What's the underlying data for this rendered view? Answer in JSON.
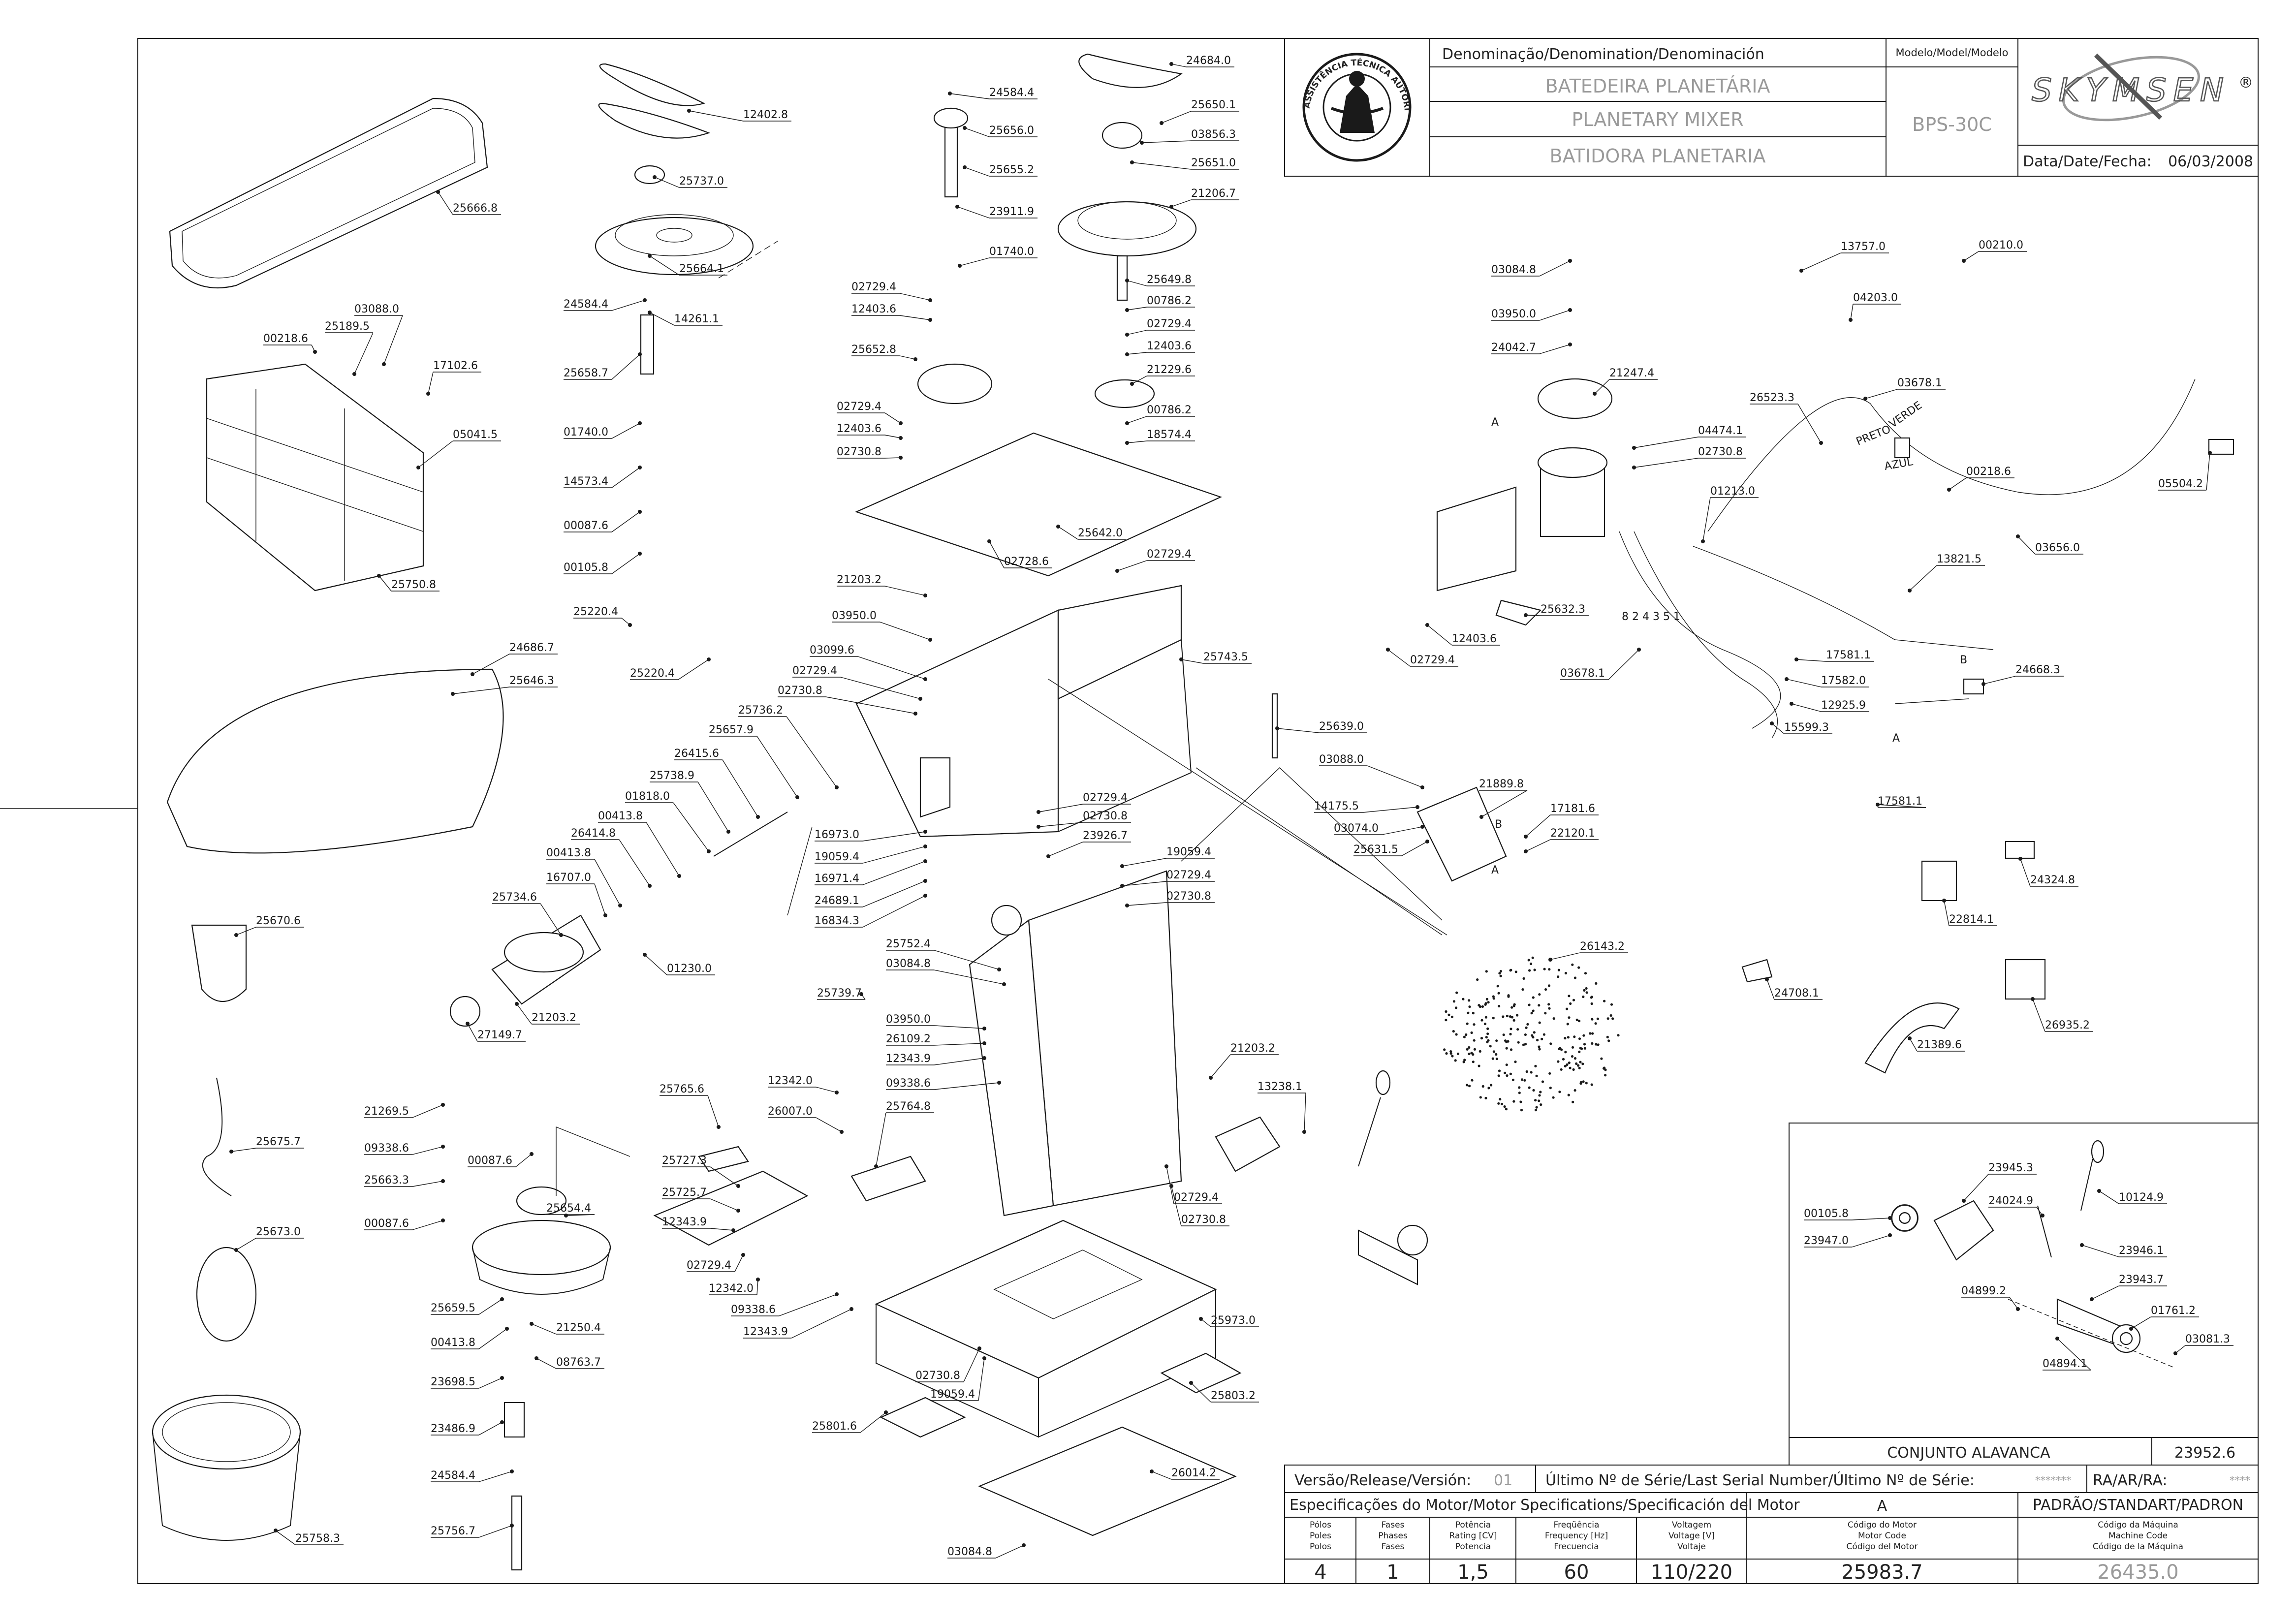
{
  "title_block": {
    "denomination_header": "Denominação/Denomination/Denominación",
    "name_pt": "BATEDEIRA PLANETÁRIA",
    "name_en": "PLANETARY MIXER",
    "name_es": "BATIDORA PLANETARIA",
    "model_header": "Modelo/Model/Modelo",
    "model": "BPS-30C",
    "brand": "SKYMSEN",
    "registered_mark": "®",
    "date_label": "Data/Date/Fecha:",
    "date": "06/03/2008",
    "seal_text": "ASSISTÊNCIA TÉCNICA AUTORIZADA"
  },
  "inset": {
    "title": "CONJUNTO ALAVANCA",
    "code": "23952.6"
  },
  "release_row": {
    "version_label": "Versão/Release/Versión:",
    "version": "01",
    "serial_label": "Último Nº de Série/Last Serial Number/Último Nº de Série:",
    "serial": "*******",
    "ra_label": "RA/AR/RA:",
    "ra": "****"
  },
  "motor_table": {
    "spec_label": "Especificações do Motor/Motor Specifications/Specificación del Motor",
    "variant": "A",
    "standard": "PADRÃO/STANDART/PADRON",
    "headers": [
      "Pólos\nPoles\nPolos",
      "Fases\nPhases\nFases",
      "Potência\nRating [CV]\nPotencia",
      "Freqüência\nFrequency [Hz]\nFrecuencia",
      "Voltagem\nVoltage [V]\nVoltaje",
      "Código do Motor\nMotor Code\nCódigo del Motor",
      "Código da Máquina\nMachine Code\nCódigo de la Máquina"
    ],
    "values": [
      "4",
      "1",
      "1,5",
      "60",
      "110/220",
      "25983.7",
      "26435.0"
    ]
  },
  "callouts": [
    {
      "id": "12402.8",
      "label": "12402.8"
    },
    {
      "id": "25666.8",
      "label": "25666.8"
    },
    {
      "id": "25737.0",
      "label": "25737.0"
    },
    {
      "id": "25664.1",
      "label": "25664.1"
    },
    {
      "id": "24584.4a",
      "label": "24584.4"
    },
    {
      "id": "14261.1",
      "label": "14261.1"
    },
    {
      "id": "25658.7",
      "label": "25658.7"
    },
    {
      "id": "01740.0a",
      "label": "01740.0"
    },
    {
      "id": "14573.4",
      "label": "14573.4"
    },
    {
      "id": "00087.6a",
      "label": "00087.6"
    },
    {
      "id": "00105.8a",
      "label": "00105.8"
    },
    {
      "id": "00218.6a",
      "label": "00218.6"
    },
    {
      "id": "25189.5",
      "label": "25189.5"
    },
    {
      "id": "03088.0a",
      "label": "03088.0"
    },
    {
      "id": "17102.6",
      "label": "17102.6"
    },
    {
      "id": "05041.5",
      "label": "05041.5"
    },
    {
      "id": "25750.8",
      "label": "25750.8"
    },
    {
      "id": "25220.4a",
      "label": "25220.4"
    },
    {
      "id": "25220.4b",
      "label": "25220.4"
    },
    {
      "id": "24686.7",
      "label": "24686.7"
    },
    {
      "id": "25646.3",
      "label": "25646.3"
    },
    {
      "id": "25670.6",
      "label": "25670.6"
    },
    {
      "id": "25675.7",
      "label": "25675.7"
    },
    {
      "id": "25673.0",
      "label": "25673.0"
    },
    {
      "id": "25758.3",
      "label": "25758.3"
    },
    {
      "id": "21269.5",
      "label": "21269.5"
    },
    {
      "id": "09338.6a",
      "label": "09338.6"
    },
    {
      "id": "25663.3",
      "label": "25663.3"
    },
    {
      "id": "00087.6b",
      "label": "00087.6"
    },
    {
      "id": "00087.6c",
      "label": "00087.6"
    },
    {
      "id": "25654.4",
      "label": "25654.4"
    },
    {
      "id": "25659.5",
      "label": "25659.5"
    },
    {
      "id": "00413.8a",
      "label": "00413.8"
    },
    {
      "id": "21250.4",
      "label": "21250.4"
    },
    {
      "id": "08763.7",
      "label": "08763.7"
    },
    {
      "id": "23698.5",
      "label": "23698.5"
    },
    {
      "id": "23486.9",
      "label": "23486.9"
    },
    {
      "id": "24584.4b",
      "label": "24584.4"
    },
    {
      "id": "25756.7",
      "label": "25756.7"
    },
    {
      "id": "24584.4c",
      "label": "24584.4"
    },
    {
      "id": "25656.0",
      "label": "25656.0"
    },
    {
      "id": "25655.2",
      "label": "25655.2"
    },
    {
      "id": "23911.9",
      "label": "23911.9"
    },
    {
      "id": "01740.0b",
      "label": "01740.0"
    },
    {
      "id": "02729.4a",
      "label": "02729.4"
    },
    {
      "id": "12403.6a",
      "label": "12403.6"
    },
    {
      "id": "25652.8",
      "label": "25652.8"
    },
    {
      "id": "02729.4b",
      "label": "02729.4"
    },
    {
      "id": "12403.6b",
      "label": "12403.6"
    },
    {
      "id": "02730.8a",
      "label": "02730.8"
    },
    {
      "id": "25642.0",
      "label": "25642.0"
    },
    {
      "id": "02728.6",
      "label": "02728.6"
    },
    {
      "id": "21203.2a",
      "label": "21203.2"
    },
    {
      "id": "03950.0a",
      "label": "03950.0"
    },
    {
      "id": "02729.4c",
      "label": "02729.4"
    },
    {
      "id": "03099.6",
      "label": "03099.6"
    },
    {
      "id": "02729.4d",
      "label": "02729.4"
    },
    {
      "id": "02730.8b",
      "label": "02730.8"
    },
    {
      "id": "25736.2",
      "label": "25736.2"
    },
    {
      "id": "25657.9",
      "label": "25657.9"
    },
    {
      "id": "26415.6",
      "label": "26415.6"
    },
    {
      "id": "25738.9",
      "label": "25738.9"
    },
    {
      "id": "01818.0",
      "label": "01818.0"
    },
    {
      "id": "00413.8b",
      "label": "00413.8"
    },
    {
      "id": "26414.8",
      "label": "26414.8"
    },
    {
      "id": "00413.8c",
      "label": "00413.8"
    },
    {
      "id": "16707.0",
      "label": "16707.0"
    },
    {
      "id": "25734.6",
      "label": "25734.6"
    },
    {
      "id": "01230.0",
      "label": "01230.0"
    },
    {
      "id": "21203.2b",
      "label": "21203.2"
    },
    {
      "id": "27149.7",
      "label": "27149.7"
    },
    {
      "id": "16973.0",
      "label": "16973.0"
    },
    {
      "id": "19059.4a",
      "label": "19059.4"
    },
    {
      "id": "16971.4",
      "label": "16971.4"
    },
    {
      "id": "24689.1",
      "label": "24689.1"
    },
    {
      "id": "16834.3",
      "label": "16834.3"
    },
    {
      "id": "25743.5",
      "label": "25743.5"
    },
    {
      "id": "24684.0",
      "label": "24684.0"
    },
    {
      "id": "25650.1",
      "label": "25650.1"
    },
    {
      "id": "03856.3",
      "label": "03856.3"
    },
    {
      "id": "25651.0",
      "label": "25651.0"
    },
    {
      "id": "21206.7",
      "label": "21206.7"
    },
    {
      "id": "25649.8",
      "label": "25649.8"
    },
    {
      "id": "00786.2a",
      "label": "00786.2"
    },
    {
      "id": "02729.4e",
      "label": "02729.4"
    },
    {
      "id": "12403.6c",
      "label": "12403.6"
    },
    {
      "id": "21229.6",
      "label": "21229.6"
    },
    {
      "id": "00786.2b",
      "label": "00786.2"
    },
    {
      "id": "18574.4",
      "label": "18574.4"
    },
    {
      "id": "25639.0",
      "label": "25639.0"
    },
    {
      "id": "02729.4f",
      "label": "02729.4"
    },
    {
      "id": "02730.8c",
      "label": "02730.8"
    },
    {
      "id": "23926.7",
      "label": "23926.7"
    },
    {
      "id": "19059.4b",
      "label": "19059.4"
    },
    {
      "id": "02729.4g",
      "label": "02729.4"
    },
    {
      "id": "02730.8d",
      "label": "02730.8"
    },
    {
      "id": "25752.4",
      "label": "25752.4"
    },
    {
      "id": "03084.8a",
      "label": "03084.8"
    },
    {
      "id": "25739.7",
      "label": "25739.7"
    },
    {
      "id": "03950.0b",
      "label": "03950.0"
    },
    {
      "id": "26109.2",
      "label": "26109.2"
    },
    {
      "id": "12343.9a",
      "label": "12343.9"
    },
    {
      "id": "09338.6b",
      "label": "09338.6"
    },
    {
      "id": "12342.0a",
      "label": "12342.0"
    },
    {
      "id": "26007.0",
      "label": "26007.0"
    },
    {
      "id": "25764.8",
      "label": "25764.8"
    },
    {
      "id": "25765.6",
      "label": "25765.6"
    },
    {
      "id": "25727.3",
      "label": "25727.3"
    },
    {
      "id": "25725.7",
      "label": "25725.7"
    },
    {
      "id": "12343.9b",
      "label": "12343.9"
    },
    {
      "id": "02729.4h",
      "label": "02729.4"
    },
    {
      "id": "12342.0b",
      "label": "12342.0"
    },
    {
      "id": "09338.6c",
      "label": "09338.6"
    },
    {
      "id": "12343.9c",
      "label": "12343.9"
    },
    {
      "id": "21203.2c",
      "label": "21203.2"
    },
    {
      "id": "13238.1",
      "label": "13238.1"
    },
    {
      "id": "02729.4i",
      "label": "02729.4"
    },
    {
      "id": "02730.8e",
      "label": "02730.8"
    },
    {
      "id": "25973.0",
      "label": "25973.0"
    },
    {
      "id": "02730.8f",
      "label": "02730.8"
    },
    {
      "id": "19059.4c",
      "label": "19059.4"
    },
    {
      "id": "25801.6",
      "label": "25801.6"
    },
    {
      "id": "25803.2",
      "label": "25803.2"
    },
    {
      "id": "26014.2",
      "label": "26014.2"
    },
    {
      "id": "03084.8b",
      "label": "03084.8"
    },
    {
      "id": "03084.8c",
      "label": "03084.8"
    },
    {
      "id": "03950.0c",
      "label": "03950.0"
    },
    {
      "id": "24042.7",
      "label": "24042.7"
    },
    {
      "id": "21247.4",
      "label": "21247.4"
    },
    {
      "id": "04474.1",
      "label": "04474.1"
    },
    {
      "id": "02730.8g",
      "label": "02730.8"
    },
    {
      "id": "25632.3",
      "label": "25632.3"
    },
    {
      "id": "12403.6d",
      "label": "12403.6"
    },
    {
      "id": "02729.4j",
      "label": "02729.4"
    },
    {
      "id": "03678.1a",
      "label": "03678.1"
    },
    {
      "id": "03678.1b",
      "label": "03678.1"
    },
    {
      "id": "26523.3",
      "label": "26523.3"
    },
    {
      "id": "01213.0",
      "label": "01213.0"
    },
    {
      "id": "00218.6b",
      "label": "00218.6"
    },
    {
      "id": "03656.0",
      "label": "03656.0"
    },
    {
      "id": "05504.2",
      "label": "05504.2"
    },
    {
      "id": "13821.5",
      "label": "13821.5"
    },
    {
      "id": "17581.1a",
      "label": "17581.1"
    },
    {
      "id": "17582.0",
      "label": "17582.0"
    },
    {
      "id": "12925.9",
      "label": "12925.9"
    },
    {
      "id": "15599.3",
      "label": "15599.3"
    },
    {
      "id": "24668.3",
      "label": "24668.3"
    },
    {
      "id": "13757.0",
      "label": "13757.0"
    },
    {
      "id": "00210.0",
      "label": "00210.0"
    },
    {
      "id": "04203.0",
      "label": "04203.0"
    },
    {
      "id": "17581.1b",
      "label": "17581.1"
    },
    {
      "id": "03088.0b",
      "label": "03088.0"
    },
    {
      "id": "14175.5",
      "label": "14175.5"
    },
    {
      "id": "03074.0",
      "label": "03074.0"
    },
    {
      "id": "25631.5",
      "label": "25631.5"
    },
    {
      "id": "21889.8",
      "label": "21889.8"
    },
    {
      "id": "17181.6",
      "label": "17181.6"
    },
    {
      "id": "22120.1",
      "label": "22120.1"
    },
    {
      "id": "26143.2",
      "label": "26143.2"
    },
    {
      "id": "24324.8",
      "label": "24324.8"
    },
    {
      "id": "22814.1",
      "label": "22814.1"
    },
    {
      "id": "24708.1",
      "label": "24708.1"
    },
    {
      "id": "26935.2",
      "label": "26935.2"
    },
    {
      "id": "21389.6",
      "label": "21389.6"
    },
    {
      "id": "23945.3",
      "label": "23945.3"
    },
    {
      "id": "10124.9",
      "label": "10124.9"
    },
    {
      "id": "00105.8b",
      "label": "00105.8"
    },
    {
      "id": "24024.9",
      "label": "24024.9"
    },
    {
      "id": "23947.0",
      "label": "23947.0"
    },
    {
      "id": "23946.1",
      "label": "23946.1"
    },
    {
      "id": "23943.7",
      "label": "23943.7"
    },
    {
      "id": "04899.2",
      "label": "04899.2"
    },
    {
      "id": "01761.2",
      "label": "01761.2"
    },
    {
      "id": "03081.3",
      "label": "03081.3"
    },
    {
      "id": "04894.1",
      "label": "04894.1"
    }
  ],
  "letters": {
    "A": "A",
    "B": "B"
  },
  "wire_labels": {
    "preto": "PRETO",
    "verde": "VERDE",
    "azul": "AZUL",
    "terminals": "8 2 4 3 5 1"
  }
}
